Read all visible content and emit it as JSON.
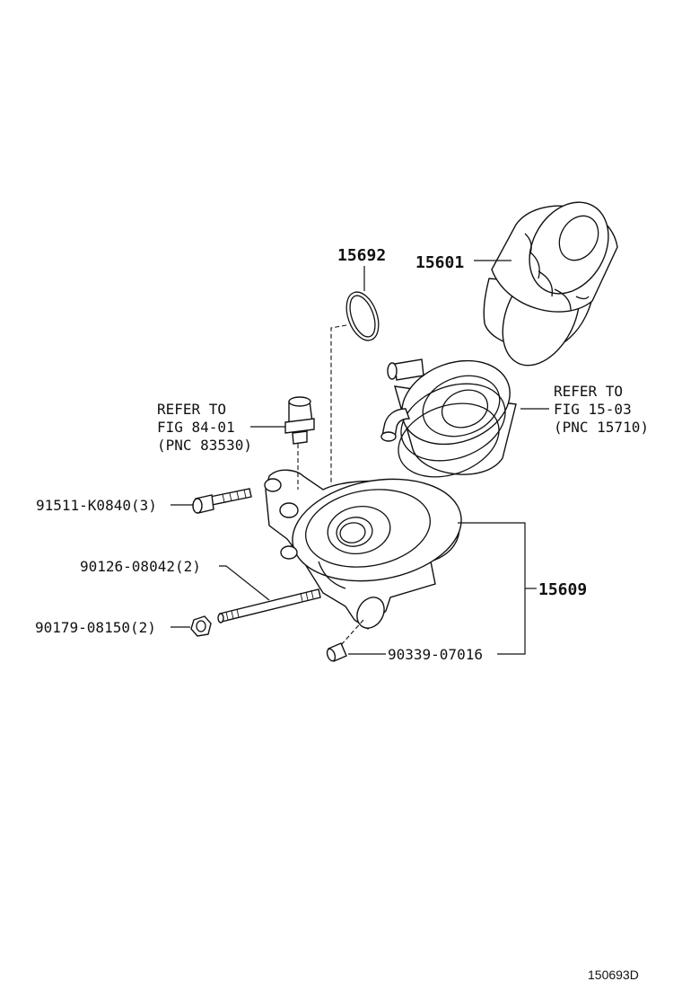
{
  "diagram": {
    "figure_id": "150693D",
    "labels": {
      "p15692": "15692",
      "p15601": "15601",
      "ref_left_1": "REFER TO",
      "ref_left_2": "FIG 84-01",
      "ref_left_3": "(PNC 83530)",
      "ref_right_1": "REFER TO",
      "ref_right_2": "FIG 15-03",
      "ref_right_3": "(PNC 15710)",
      "p91511": "91511-K0840(3)",
      "p90126": "90126-08042(2)",
      "p90179": "90179-08150(2)",
      "p15609": "15609",
      "p90339": "90339-07016"
    }
  }
}
